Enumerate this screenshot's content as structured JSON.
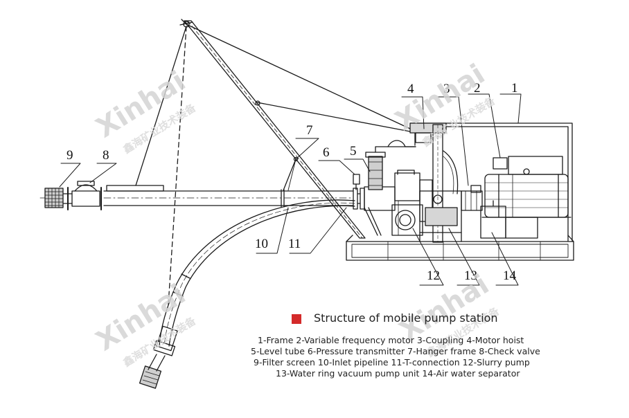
{
  "title": "Structure of mobile pump station",
  "accent_color": "#d42a2a",
  "legend_lines": [
    "1-Frame  2-Variable frequency motor  3-Coupling  4-Motor hoist",
    "5-Level tube  6-Pressure transmitter  7-Hanger frame  8-Check valve",
    "9-Filter screen  10-Inlet pipeline  11-T-connection  12-Slurry pump",
    "13-Water ring vacuum pump unit  14-Air water separator"
  ],
  "callouts": {
    "c1": "1",
    "c2": "2",
    "c3": "3",
    "c4": "4",
    "c5": "5",
    "c6": "6",
    "c7": "7",
    "c8": "8",
    "c9": "9",
    "c10": "10",
    "c11": "11",
    "c12": "12",
    "c13": "13",
    "c14": "14"
  },
  "watermark": {
    "latin": "Xinhai",
    "cn": "鑫海矿业技术装备"
  }
}
